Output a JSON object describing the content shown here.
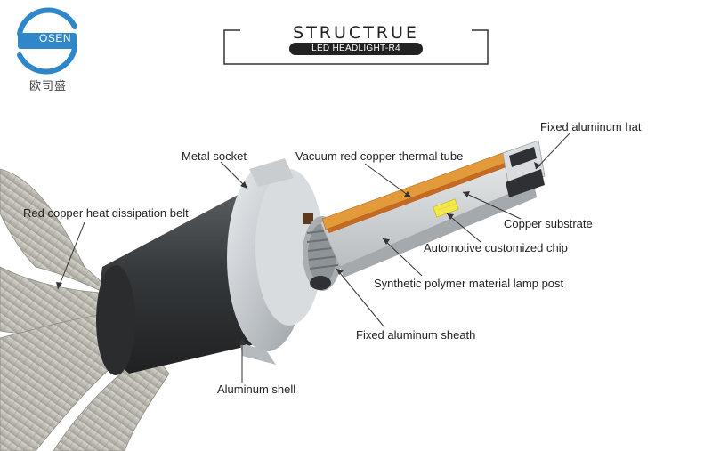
{
  "brand": {
    "logo_word": "OSEN",
    "logo_cn": "欧司盛",
    "logo_color": "#2f86c9"
  },
  "title": {
    "main": "STRUCTRUE",
    "sub": "LED HEADLIGHT-R4"
  },
  "callouts": {
    "fixed_aluminum_hat": "Fixed aluminum hat",
    "metal_socket": "Metal socket",
    "vacuum_tube": "Vacuum red copper thermal tube",
    "heat_belt": "Red copper heat dissipation belt",
    "copper_substrate": "Copper substrate",
    "chip": "Automotive customized chip",
    "lamp_post": "Synthetic polymer material lamp post",
    "sheath": "Fixed aluminum sheath",
    "shell": "Aluminum shell"
  },
  "colors": {
    "copper_tube": "#e39a3b",
    "shell": "#3e4143",
    "socket": "#c8ccd0",
    "braid": "#b9b7ae",
    "chip": "#f3e84a"
  }
}
